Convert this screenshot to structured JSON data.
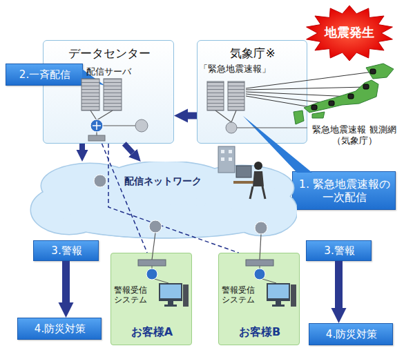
{
  "diagram": {
    "nodes": [
      {
        "text": [
          "データセンター"
        ]
      },
      {
        "text": [
          "気象庁※"
        ]
      },
      {
        "text": [
          "地震発生"
        ]
      },
      {
        "text": [
          "2.一斉配信"
        ]
      },
      {
        "text": [
          "1. 緊急地震速報の一次配信"
        ]
      },
      {
        "text": [
          "配信ネットワーク"
        ]
      },
      {
        "text": [
          "警報受信 システム",
          "お客様A"
        ]
      },
      {
        "text": [
          "警報受信 システム",
          "お客様B"
        ]
      },
      {
        "text": [
          "3.警報"
        ]
      },
      {
        "text": [
          "4.防災対策"
        ]
      },
      {
        "text": [
          "3.警報"
        ]
      },
      {
        "text": [
          "4.防災対策"
        ]
      }
    ],
    "edges": [
      {
        "from": 1,
        "to": 0,
        "arrow": "to"
      },
      {
        "from": 0,
        "to": 5,
        "arrow": "to"
      },
      {
        "from": 0,
        "to": 5,
        "arrow": "to"
      },
      {
        "from": 0,
        "to": 6,
        "arrow": "none"
      },
      {
        "from": 0,
        "to": 7,
        "arrow": "none"
      },
      {
        "from": 8,
        "to": 9,
        "arrow": "to"
      },
      {
        "from": 10,
        "to": 11,
        "arrow": "to"
      }
    ],
    "labels": [
      "配信サーバ",
      "「緊急地震速報」",
      "緊急地震速報 観測網（気象庁）"
    ]
  }
}
